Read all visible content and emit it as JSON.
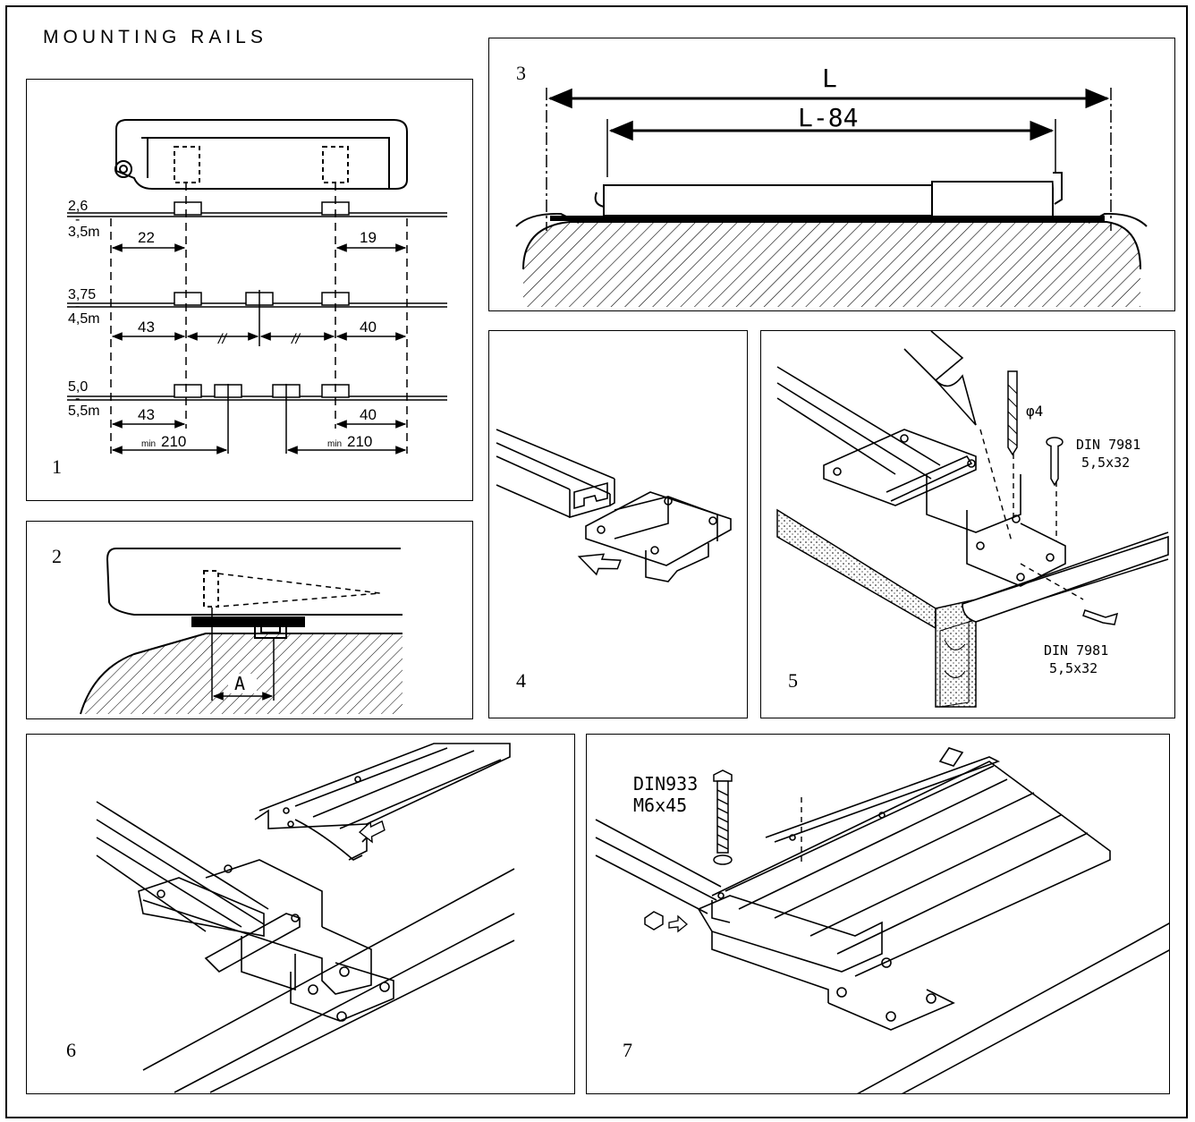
{
  "title": "MOUNTING RAILS",
  "panels": {
    "p1": {
      "number": "1",
      "rows": [
        {
          "top": "2,6",
          "dash": "-",
          "bottom": "3,5m",
          "left_dim": "22",
          "right_dim": "19"
        },
        {
          "top": "3,75",
          "dash": "-",
          "bottom": "4,5m",
          "left_dim": "43",
          "right_dim": "40",
          "mid_mark": "//"
        },
        {
          "top": "5,0",
          "dash": "-",
          "bottom": "5,5m",
          "left_dim": "43",
          "right_dim": "40"
        }
      ],
      "min_prefix": "min",
      "min_value": "210"
    },
    "p2": {
      "number": "2",
      "dim": "A"
    },
    "p3": {
      "number": "3",
      "dim_outer": "L",
      "dim_inner": "L-84"
    },
    "p4": {
      "number": "4"
    },
    "p5": {
      "number": "5",
      "drill": "φ4",
      "screw1_line1": "DIN 7981",
      "screw1_line2": "5,5x32",
      "screw2_line1": "DIN 7981",
      "screw2_line2": "5,5x32"
    },
    "p6": {
      "number": "6"
    },
    "p7": {
      "number": "7",
      "bolt_line1": "DIN933",
      "bolt_line2": "M6x45"
    }
  }
}
